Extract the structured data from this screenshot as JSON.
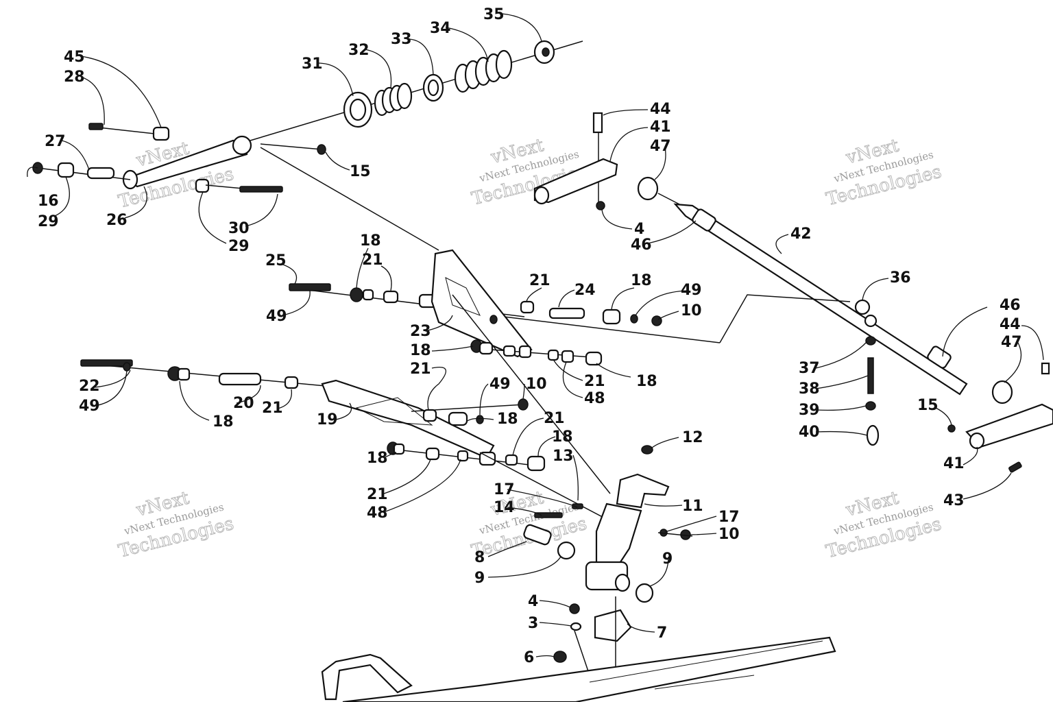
{
  "watermark": {
    "line1": "vNext Technologies",
    "line2": "vNext",
    "line3": "Technologies"
  },
  "callouts": [
    {
      "id": "c45",
      "text": "45"
    },
    {
      "id": "c28",
      "text": "28"
    },
    {
      "id": "c27",
      "text": "27"
    },
    {
      "id": "c16",
      "text": "16"
    },
    {
      "id": "c29a",
      "text": "29"
    },
    {
      "id": "c26",
      "text": "26"
    },
    {
      "id": "c30",
      "text": "30"
    },
    {
      "id": "c29b",
      "text": "29"
    },
    {
      "id": "c15a",
      "text": "15"
    },
    {
      "id": "c31",
      "text": "31"
    },
    {
      "id": "c32",
      "text": "32"
    },
    {
      "id": "c33",
      "text": "33"
    },
    {
      "id": "c34",
      "text": "34"
    },
    {
      "id": "c35",
      "text": "35"
    },
    {
      "id": "c44a",
      "text": "44"
    },
    {
      "id": "c41a",
      "text": "41"
    },
    {
      "id": "c47a",
      "text": "47"
    },
    {
      "id": "c4a",
      "text": "4"
    },
    {
      "id": "c46a",
      "text": "46"
    },
    {
      "id": "c42",
      "text": "42"
    },
    {
      "id": "c36",
      "text": "36"
    },
    {
      "id": "c46b",
      "text": "46"
    },
    {
      "id": "c44b",
      "text": "44"
    },
    {
      "id": "c47b",
      "text": "47"
    },
    {
      "id": "c37",
      "text": "37"
    },
    {
      "id": "c38",
      "text": "38"
    },
    {
      "id": "c39",
      "text": "39"
    },
    {
      "id": "c40",
      "text": "40"
    },
    {
      "id": "c15b",
      "text": "15"
    },
    {
      "id": "c41b",
      "text": "41"
    },
    {
      "id": "c43",
      "text": "43"
    },
    {
      "id": "c25",
      "text": "25"
    },
    {
      "id": "c49a",
      "text": "49"
    },
    {
      "id": "c18a",
      "text": "18"
    },
    {
      "id": "c21a",
      "text": "21"
    },
    {
      "id": "c21b",
      "text": "21"
    },
    {
      "id": "c24",
      "text": "24"
    },
    {
      "id": "c18b",
      "text": "18"
    },
    {
      "id": "c49b",
      "text": "49"
    },
    {
      "id": "c10a",
      "text": "10"
    },
    {
      "id": "c23",
      "text": "23"
    },
    {
      "id": "c18c",
      "text": "18"
    },
    {
      "id": "c21c",
      "text": "21"
    },
    {
      "id": "c21d",
      "text": "21"
    },
    {
      "id": "c48a",
      "text": "48"
    },
    {
      "id": "c18d",
      "text": "18"
    },
    {
      "id": "c22",
      "text": "22"
    },
    {
      "id": "c49c",
      "text": "49"
    },
    {
      "id": "c18e",
      "text": "18"
    },
    {
      "id": "c20",
      "text": "20"
    },
    {
      "id": "c21e",
      "text": "21"
    },
    {
      "id": "c19",
      "text": "19"
    },
    {
      "id": "c49d",
      "text": "49"
    },
    {
      "id": "c10b",
      "text": "10"
    },
    {
      "id": "c18f",
      "text": "18"
    },
    {
      "id": "c21f",
      "text": "21"
    },
    {
      "id": "c18g",
      "text": "18"
    },
    {
      "id": "c13",
      "text": "13"
    },
    {
      "id": "c12",
      "text": "12"
    },
    {
      "id": "c18h",
      "text": "18"
    },
    {
      "id": "c21g",
      "text": "21"
    },
    {
      "id": "c48b",
      "text": "48"
    },
    {
      "id": "c17a",
      "text": "17"
    },
    {
      "id": "c14",
      "text": "14"
    },
    {
      "id": "c11",
      "text": "11"
    },
    {
      "id": "c17b",
      "text": "17"
    },
    {
      "id": "c10c",
      "text": "10"
    },
    {
      "id": "c8",
      "text": "8"
    },
    {
      "id": "c9a",
      "text": "9"
    },
    {
      "id": "c9b",
      "text": "9"
    },
    {
      "id": "c4b",
      "text": "4"
    },
    {
      "id": "c3",
      "text": "3"
    },
    {
      "id": "c7",
      "text": "7"
    },
    {
      "id": "c6",
      "text": "6"
    }
  ]
}
